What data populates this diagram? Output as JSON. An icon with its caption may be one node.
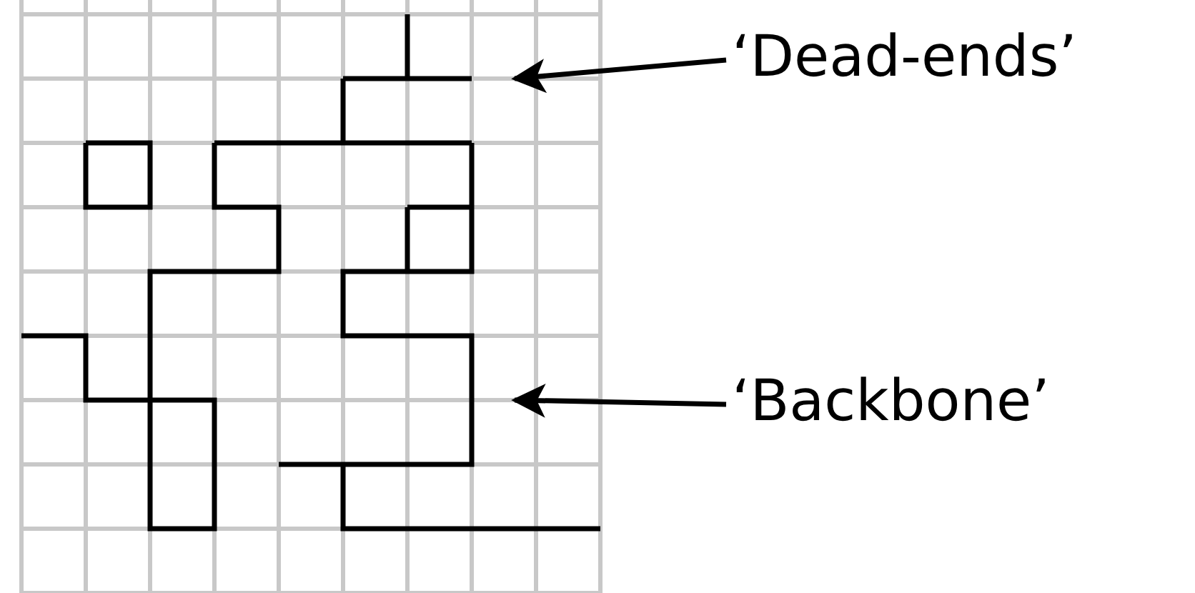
{
  "diagram": {
    "nodes": [
      {
        "text": [
          "‘Dead-ends’"
        ]
      },
      {
        "text": [
          "‘Backbone’"
        ]
      }
    ],
    "edges": [
      {
        "from": 0,
        "to": null,
        "arrow": "to"
      },
      {
        "from": 1,
        "to": null,
        "arrow": "to"
      }
    ]
  }
}
